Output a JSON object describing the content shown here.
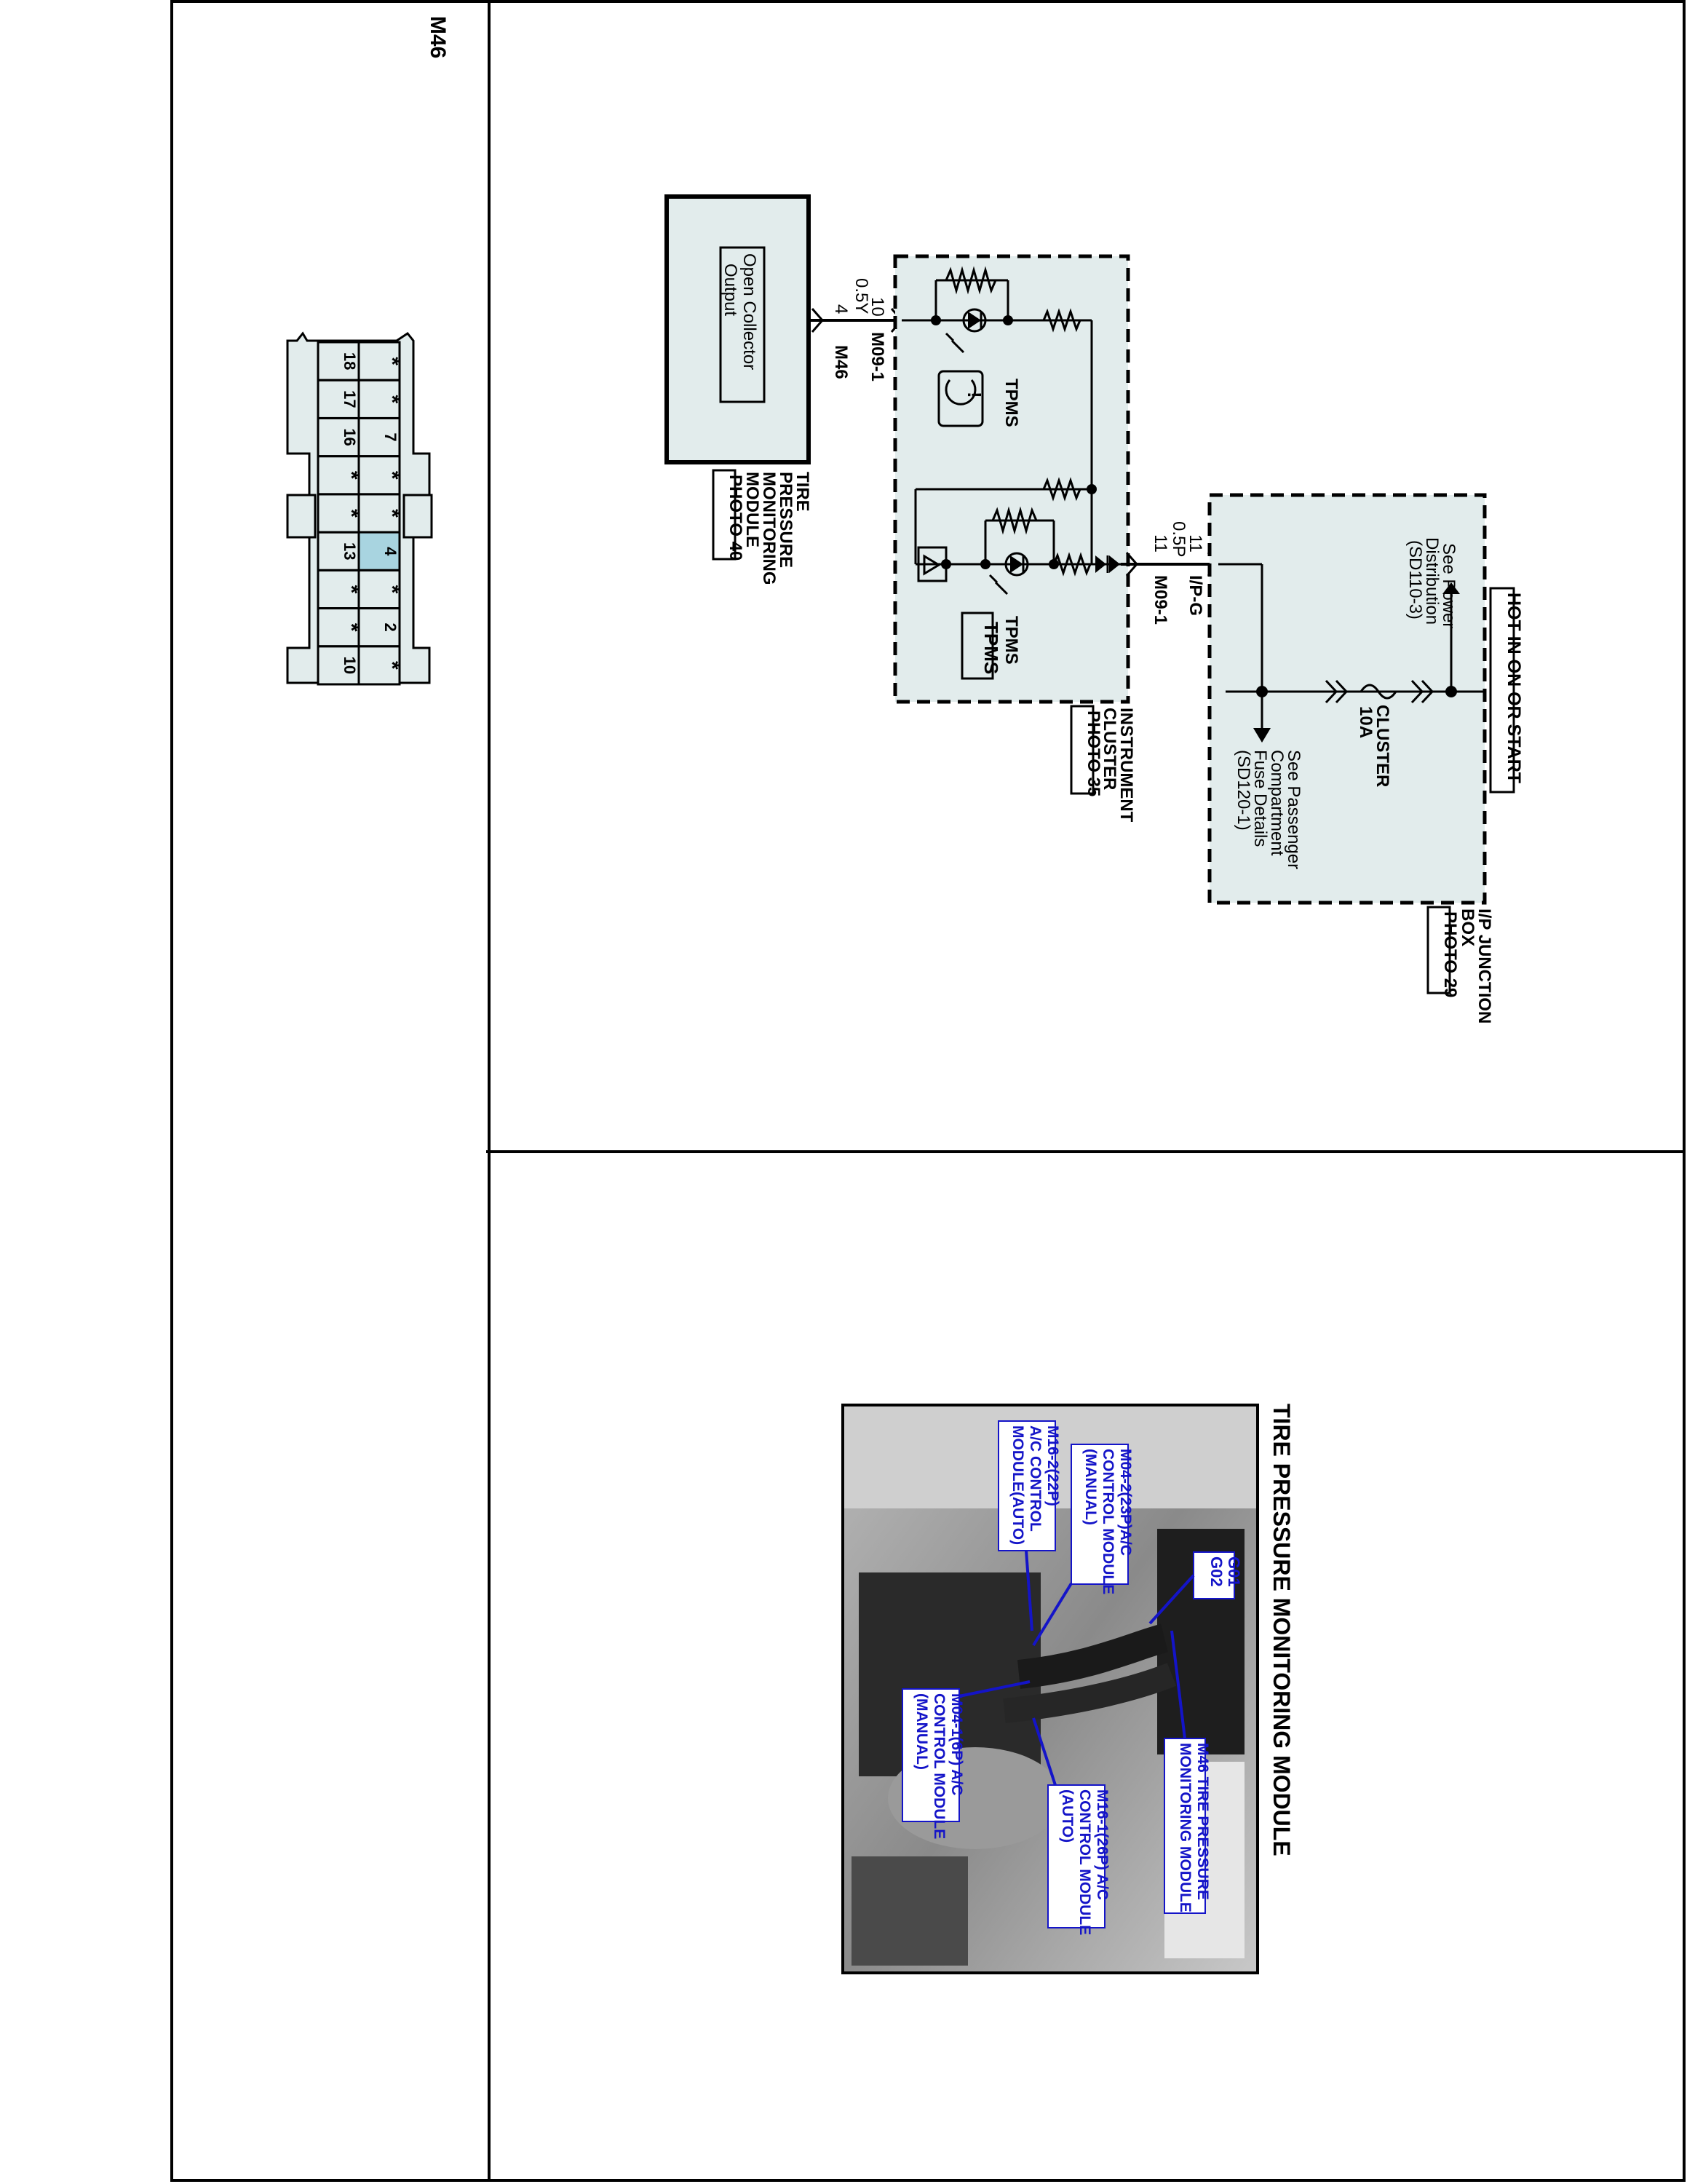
{
  "connector_panel": {
    "label": "M46",
    "row_a": [
      "18",
      "17",
      "16",
      "*",
      "*",
      "13",
      "*",
      "*",
      "10"
    ],
    "row_b": [
      "*",
      "*",
      "7",
      "*",
      "*",
      "4",
      "*",
      "2",
      "*"
    ],
    "highlight": "4",
    "highlight_color": "#a8d4e0"
  },
  "schematic": {
    "tpms_module": {
      "name_lines": [
        "TIRE",
        "PRESSURE",
        "MONITORING",
        "MODULE"
      ],
      "photo": "PHOTO 40",
      "inner_lines": [
        "Open Collector",
        "Output"
      ]
    },
    "wire1": {
      "pin_cluster": "10",
      "gauge": "0.5Y",
      "pin_module": "4",
      "conn_cluster": "M09-1",
      "conn_module": "M46"
    },
    "cluster": {
      "name_lines": [
        "INSTRUMENT",
        "CLUSTER"
      ],
      "photo": "PHOTO 35",
      "tpms_label_1": "TPMS",
      "tpms_label_2": "TPMS",
      "tpms_box": "TPMS",
      "icon_text": "!"
    },
    "wire2": {
      "pin_top": "11",
      "gauge": "0.5P",
      "pin_bottom": "11",
      "conn_top": "I/P-G",
      "conn_bottom": "M09-1"
    },
    "junction": {
      "name_lines": [
        "I/P JUNCTION",
        "BOX"
      ],
      "photo": "PHOTO 29",
      "hot": "HOT IN ON OR START",
      "power_ref": [
        "See Power",
        "Distribution",
        "(SD110-3)"
      ],
      "fuse_name": "CLUSTER",
      "fuse_rating": "10A",
      "fuse_ref": [
        "See Passenger",
        "Compartment",
        "Fuse Details",
        "(SD120-1)"
      ]
    }
  },
  "photo_panel": {
    "title": "TIRE PRESSURE MONITORING MODULE",
    "callouts": {
      "g01": [
        "G01",
        "G02"
      ],
      "m04_2": [
        "M04-2(23P)A/C",
        "CONTROL MODULE",
        "(MANUAL)"
      ],
      "m16_2": [
        "M16-2(22P)",
        "A/C CONTROL",
        "MODULE(AUTO)"
      ],
      "m04_1": [
        "M04-1(6P) A/C",
        "CONTROL MODULE",
        "(MANUAL)"
      ],
      "m16_1": [
        "M16-1(26P) A/C",
        "CONTROL MODULE",
        "(AUTO)"
      ],
      "m46": [
        "M46 TIRE PRESSURE",
        "MONITORING MODULE"
      ]
    }
  }
}
